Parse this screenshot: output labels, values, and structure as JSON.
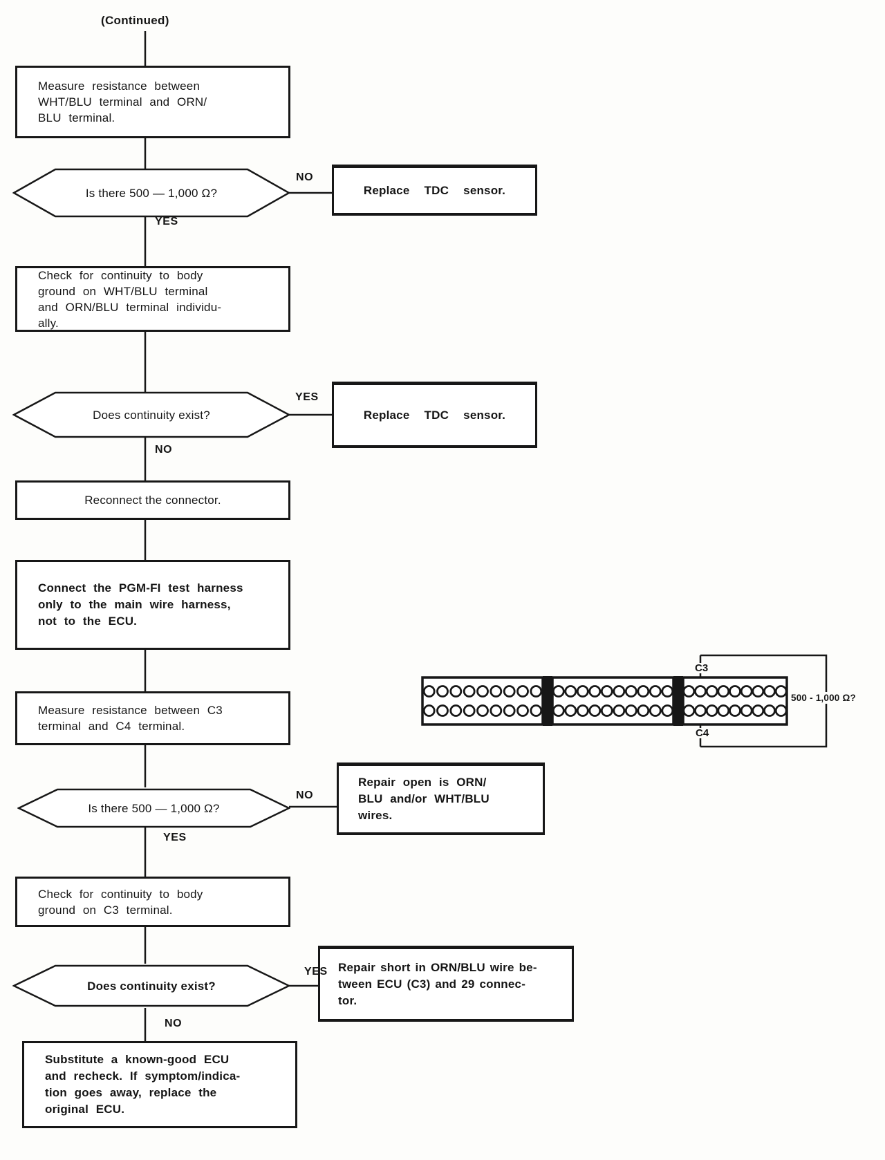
{
  "title": "(Continued)",
  "flow": {
    "box1": "Measure resistance between\nWHT/BLU terminal and ORN/\nBLU terminal.",
    "hex1": "Is there 500 — 1,000 Ω?",
    "replace_tdc_1": "Replace TDC sensor.",
    "box2": "Check for continuity to body\nground on WHT/BLU terminal\nand ORN/BLU terminal individu-\nally.",
    "hex2": "Does continuity exist?",
    "replace_tdc_2": "Replace TDC sensor.",
    "box3": "Reconnect the connector.",
    "box4": "Connect the PGM-FI test harness\nonly to the main wire harness,\nnot to the ECU.",
    "box5": "Measure resistance between C3\nterminal and C4 terminal.",
    "hex3": "Is there 500 — 1,000 Ω?",
    "repair_open": "Repair open is ORN/\nBLU and/or WHT/BLU\nwires.",
    "box6": "Check for continuity to body\nground on C3 terminal.",
    "hex4": "Does continuity exist?",
    "repair_short": "Repair short in ORN/BLU wire be-\ntween ECU (C3) and 29 connec-\ntor.",
    "box7": "Substitute a known-good ECU\nand recheck. If symptom/indica-\ntion goes away, replace the\noriginal ECU."
  },
  "branches": {
    "hex1_no": "NO",
    "hex1_yes": "YES",
    "hex2_yes": "YES",
    "hex2_no": "NO",
    "hex3_no": "NO",
    "hex3_yes": "YES",
    "hex4_yes": "YES",
    "hex4_no": "NO"
  },
  "connector": {
    "label_c3": "C3",
    "label_c4": "C4",
    "resistance_label": "500 - 1,000 Ω?",
    "rows_per_block": 2,
    "blocks": [
      {
        "pins_per_row": 9
      },
      {
        "pins_per_row": 10
      },
      {
        "pins_per_row": 9
      }
    ]
  },
  "colors": {
    "ink": "#171717",
    "paper": "#ffffff"
  }
}
